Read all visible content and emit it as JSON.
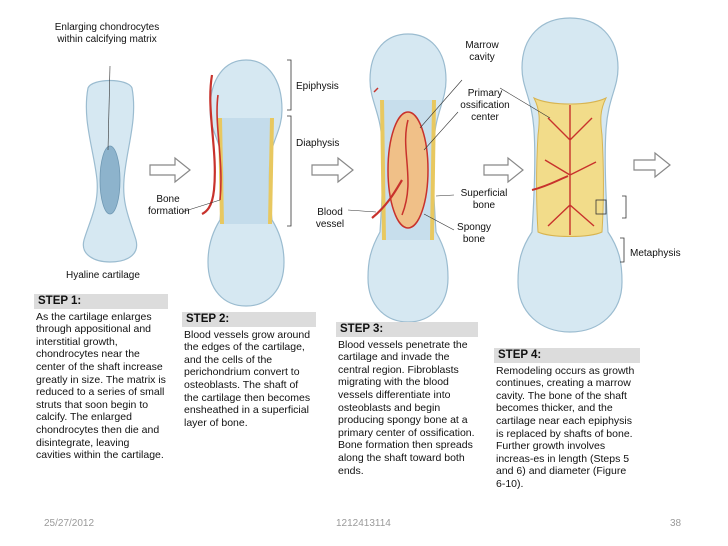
{
  "labels": {
    "enlarging": "Enlarging chondrocytes within calcifying matrix",
    "hyaline": "Hyaline cartilage",
    "bone_formation": "Bone formation",
    "epiphysis": "Epiphysis",
    "diaphysis": "Diaphysis",
    "blood_vessel": "Blood vessel",
    "marrow_cavity": "Marrow cavity",
    "primary_center": "Primary ossification center",
    "superficial_bone": "Superficial bone",
    "spongy_bone": "Spongy bone",
    "metaphysis": "Metaphysis"
  },
  "steps": [
    {
      "head": "STEP 1:",
      "text": "As the cartilage enlarges through appositional and interstitial growth, chondrocytes near the center of the shaft increase greatly in size. The matrix is reduced to a series of small struts that soon begin to calcify. The enlarged chondrocytes then die and disintegrate, leaving cavities within the cartilage."
    },
    {
      "head": "STEP 2:",
      "text": "Blood vessels grow around the edges of the cartilage, and the cells of the perichondrium convert to osteoblasts. The shaft of the cartilage then becomes ensheathed in a superficial layer of bone."
    },
    {
      "head": "STEP 3:",
      "text": "Blood vessels penetrate the cartilage and invade the central region. Fibroblasts migrating with the blood vessels differentiate into osteoblasts and begin producing spongy bone at a primary center of ossification. Bone formation then spreads along the shaft toward both ends."
    },
    {
      "head": "STEP 4:",
      "text": "Remodeling occurs as growth continues, creating a marrow cavity. The bone of the shaft becomes thicker, and the cartilage near each epiphysis is replaced by shafts of bone. Further growth involves increas-es in length (Steps 5 and 6) and diameter (Figure 6-10)."
    }
  ],
  "footer": {
    "date": "25/27/2012",
    "id": "1212413114",
    "page": "38"
  },
  "colors": {
    "cartilage": "#d6e8f2",
    "cartilage_edge": "#9bbcd0",
    "bone": "#f2dc8a",
    "vessel": "#c8322c",
    "marrow": "#f0c088"
  }
}
